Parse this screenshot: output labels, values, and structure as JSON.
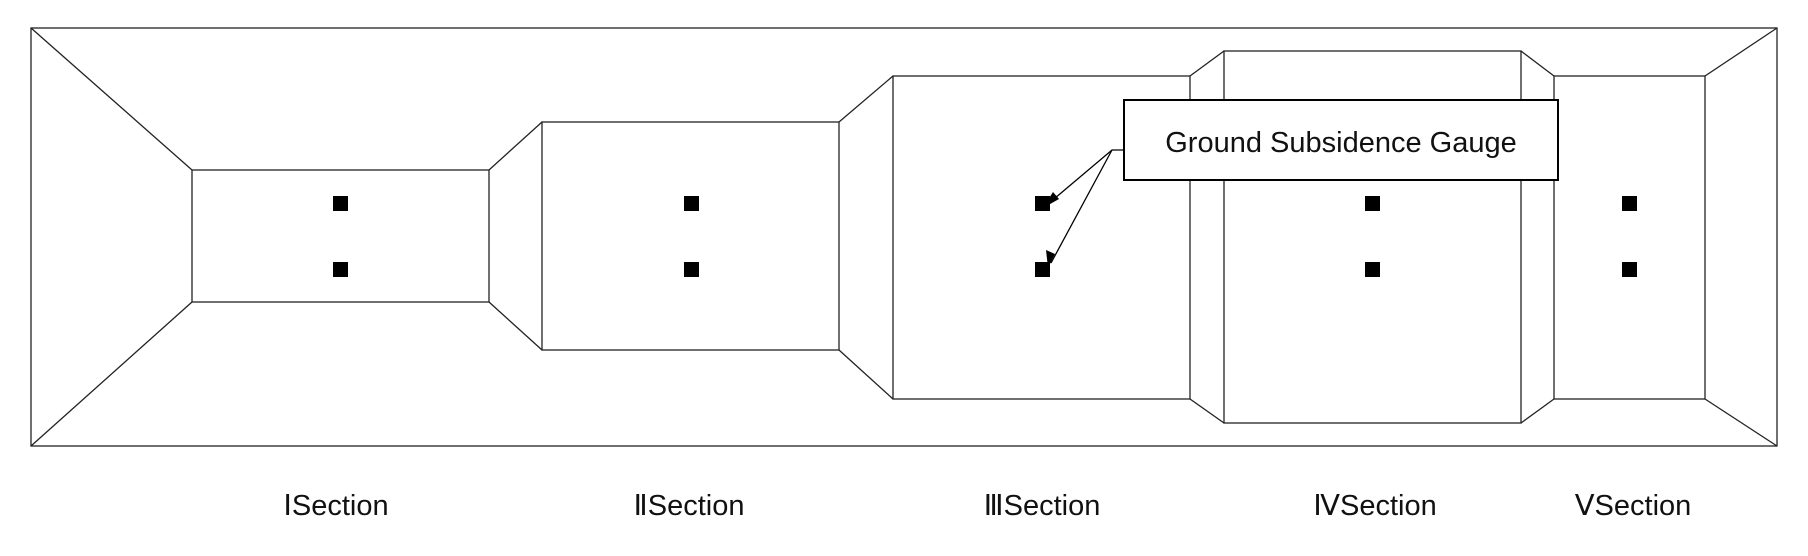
{
  "callout": {
    "label": "Ground Subsidence Gauge"
  },
  "sections": [
    {
      "numeral": "Ⅰ",
      "suffix": "Section"
    },
    {
      "numeral": "Ⅱ",
      "suffix": "Section"
    },
    {
      "numeral": "Ⅲ",
      "suffix": "Section"
    },
    {
      "numeral": "Ⅳ",
      "suffix": "Section"
    },
    {
      "numeral": "Ⅴ",
      "suffix": "Section"
    }
  ],
  "colors": {
    "line": "#222222",
    "marker": "#000000",
    "background": "#ffffff"
  }
}
